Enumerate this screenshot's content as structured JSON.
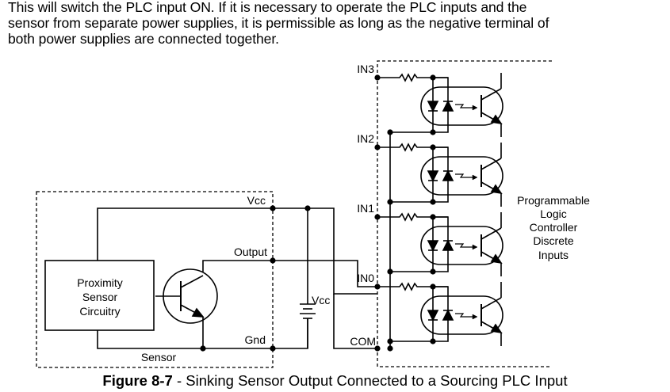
{
  "paragraph": {
    "lines": [
      "This will switch the PLC input ON.  If it is necessary to operate the PLC inputs and the",
      "sensor from separate power supplies, it is permissible as long as the negative terminal of",
      "both power supplies are connected together."
    ]
  },
  "figure": {
    "sensor_box": {
      "label": "Sensor",
      "circuitry_lines": [
        "Proximity",
        "Sensor",
        "Circuitry"
      ],
      "terminals": {
        "vcc": "Vcc",
        "output": "Output",
        "gnd": "Gnd"
      }
    },
    "power_supply": {
      "label": "Vcc"
    },
    "plc_box": {
      "label_lines": [
        "Programmable",
        "Logic",
        "Controller",
        "Discrete",
        "Inputs"
      ],
      "inputs": [
        "IN3",
        "IN2",
        "IN1",
        "IN0"
      ],
      "common": "COM"
    },
    "caption": {
      "number": "Figure 8-7",
      "separator": " - ",
      "title": "Sinking Sensor Output Connected to a Sourcing PLC Input"
    }
  }
}
